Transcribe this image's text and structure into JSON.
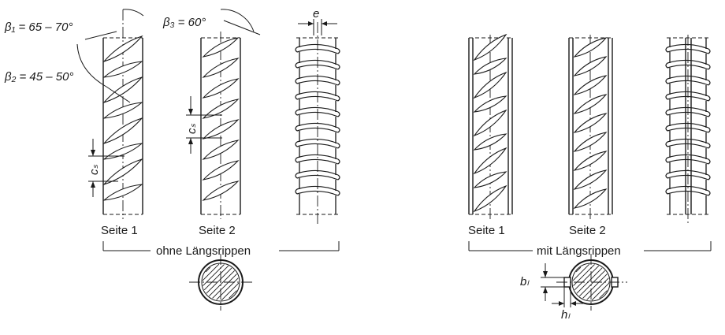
{
  "labels": {
    "beta1": "β₁ = 65 – 70°",
    "beta2": "β₂ = 45 – 50°",
    "beta3": "β₃ = 60°",
    "e": "e",
    "cs_left": "cₛ",
    "cs_mid": "cₛ",
    "seite1_left": "Seite 1",
    "seite2_left": "Seite 2",
    "ohne": "ohne Längsrippen",
    "seite1_right": "Seite 1",
    "seite2_right": "Seite 2",
    "mit": "mit Längsrippen",
    "bl": "bₗ",
    "hl": "hₗ"
  },
  "colors": {
    "ink": "#1a1a1a",
    "paper": "#ffffff"
  }
}
